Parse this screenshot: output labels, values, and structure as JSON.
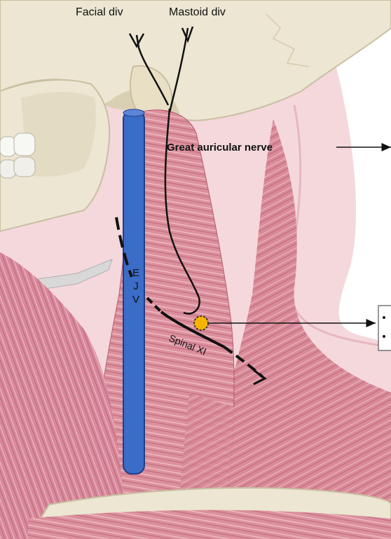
{
  "labels": {
    "facial_div": "Facial div",
    "mastoid_div": "Mastoid div",
    "great_auricular": "Great auricular nerve",
    "ejv_1": "E",
    "ejv_2": "J",
    "ejv_3": "V",
    "spinal": "Spinal XI"
  },
  "colors": {
    "background": "#ffffff",
    "skin": "#f4d8dc",
    "muscle": "#d98a98",
    "muscle_dark": "#b85a6e",
    "bone": "#ece6d2",
    "bone_shade": "#c9bfa2",
    "vein": "#3b6cc8",
    "nerve": "#111111",
    "marker": "#f4b400"
  },
  "icons": {
    "landmark": "orange-dot-marker",
    "pointer": "arrow-right-icon"
  }
}
